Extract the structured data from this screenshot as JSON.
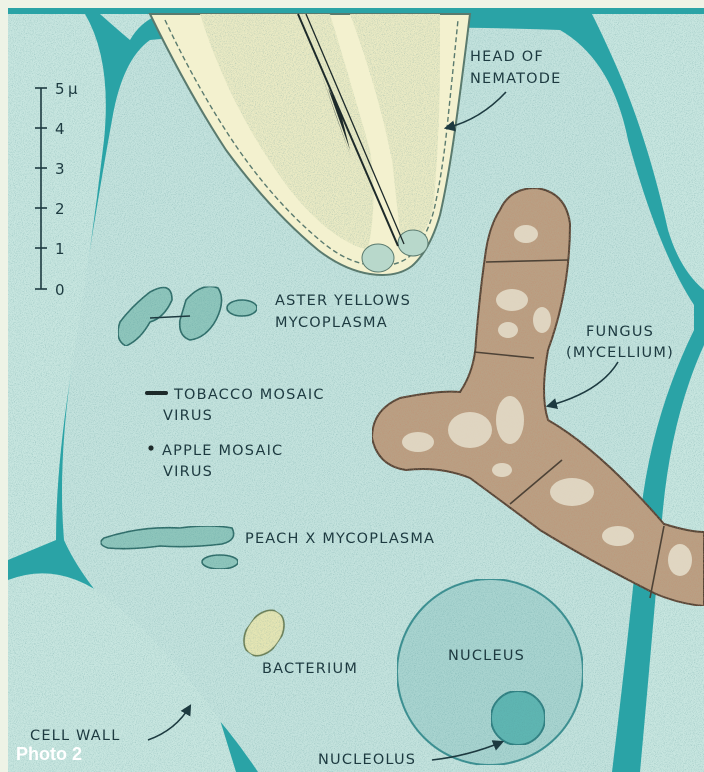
{
  "labels": {
    "nematode": [
      "HEAD OF",
      "NEMATODE"
    ],
    "aster": [
      "ASTER YELLOWS",
      "MYCOPLASMA"
    ],
    "fungus": [
      "FUNGUS",
      "(MYCELLIUM)"
    ],
    "tmv": [
      "TOBACCO MOSAIC",
      "VIRUS"
    ],
    "apple": [
      "APPLE MOSAIC",
      "VIRUS"
    ],
    "peach": "PEACH X MYCOPLASMA",
    "bacterium": "BACTERIUM",
    "nucleus": "NUCLEUS",
    "cell_wall": "CELL WALL",
    "nucleolus": "NUCLEOLUS"
  },
  "scale_bar": {
    "ticks": [
      "5",
      "4",
      "3",
      "2",
      "1",
      "0"
    ],
    "unit": "μ"
  },
  "photo_label": "Photo 2",
  "colors": {
    "cell_interior": "#c4e3de",
    "cell_wall": "#2aa3a6",
    "nematode": "#f0efc9",
    "fungus": "#b9a084",
    "nucleus": "#a9d4d0",
    "text": "#1d3a40"
  }
}
